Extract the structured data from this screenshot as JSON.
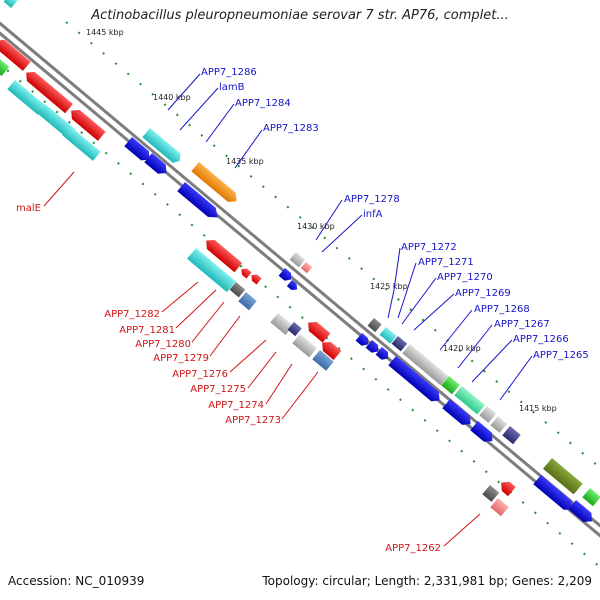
{
  "title": "Actinobacillus pleuropneumoniae serovar 7 str. AP76, complet...",
  "footer": {
    "accession": "Accession: NC_010939",
    "topology": "Topology: circular; Length: 2,331,981 bp; Genes: 2,209"
  },
  "ticks": [
    "1445 kbp",
    "1440 kbp",
    "1435 kbp",
    "1430 kbp",
    "1425 kbp",
    "1420 kbp",
    "1415 kbp"
  ],
  "gene_labels_forward": [
    "APP7_1286",
    "lamB",
    "APP7_1284",
    "APP7_1283",
    "APP7_1278",
    "infA",
    "APP7_1272",
    "APP7_1271",
    "APP7_1270",
    "APP7_1269",
    "APP7_1268",
    "APP7_1267",
    "APP7_1266",
    "APP7_1265"
  ],
  "gene_labels_reverse": [
    "malE",
    "APP7_1282",
    "APP7_1281",
    "APP7_1280",
    "APP7_1279",
    "APP7_1276",
    "APP7_1275",
    "APP7_1274",
    "APP7_1273",
    "APP7_1262"
  ],
  "colors": {
    "forward_label": "#1515c8",
    "reverse_label": "#d21414",
    "backbone": "#7d7d7d",
    "tick_dot": "#2e8b2e"
  }
}
